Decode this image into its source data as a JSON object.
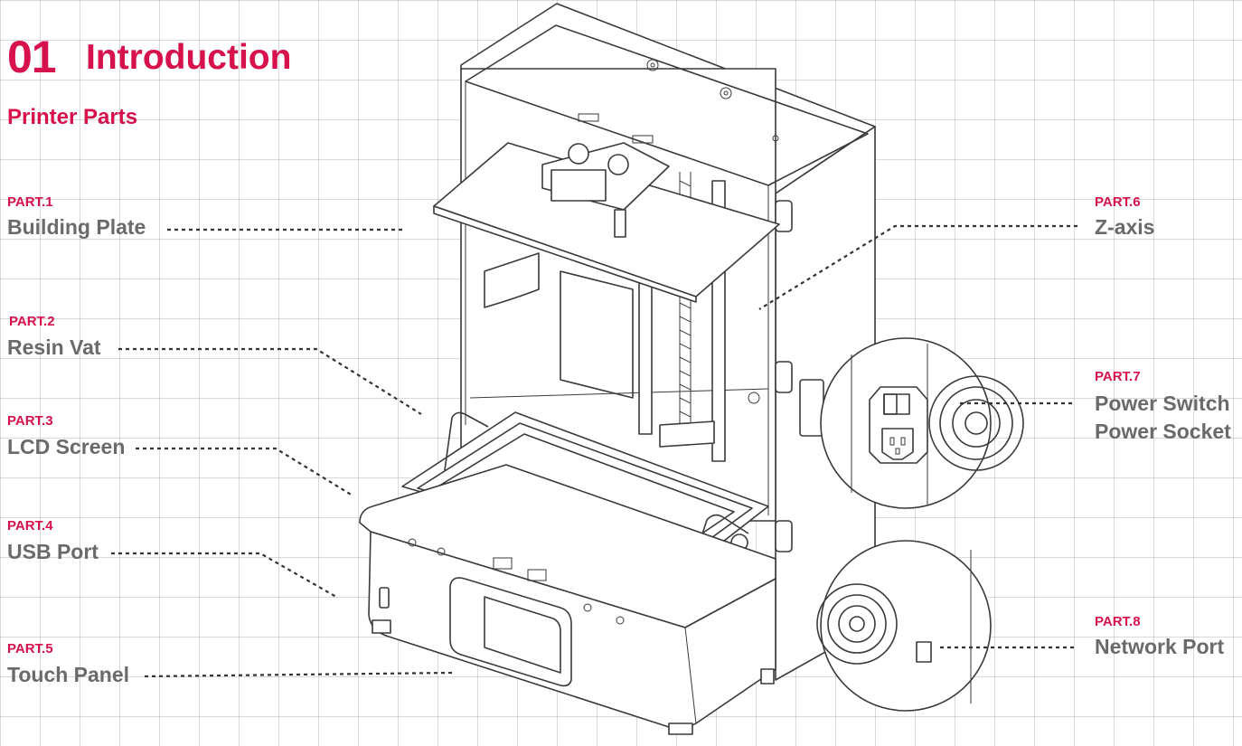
{
  "header": {
    "section_number": "01",
    "section_title": "Introduction",
    "subtitle": "Printer Parts"
  },
  "parts": [
    {
      "tag": "PART.1",
      "name": "Building Plate"
    },
    {
      "tag": "PART.2",
      "name": "Resin Vat"
    },
    {
      "tag": "PART.3",
      "name": "LCD Screen"
    },
    {
      "tag": "PART.4",
      "name": "USB Port"
    },
    {
      "tag": "PART.5",
      "name": "Touch Panel"
    },
    {
      "tag": "PART.6",
      "name": "Z-axis"
    },
    {
      "tag": "PART.7",
      "name": "Power Switch",
      "name2": "Power Socket"
    },
    {
      "tag": "PART.8",
      "name": "Network Port"
    }
  ],
  "colors": {
    "accent": "#d6114b",
    "label_gray": "#6a6a6a",
    "outline": "#3a3a3a"
  }
}
